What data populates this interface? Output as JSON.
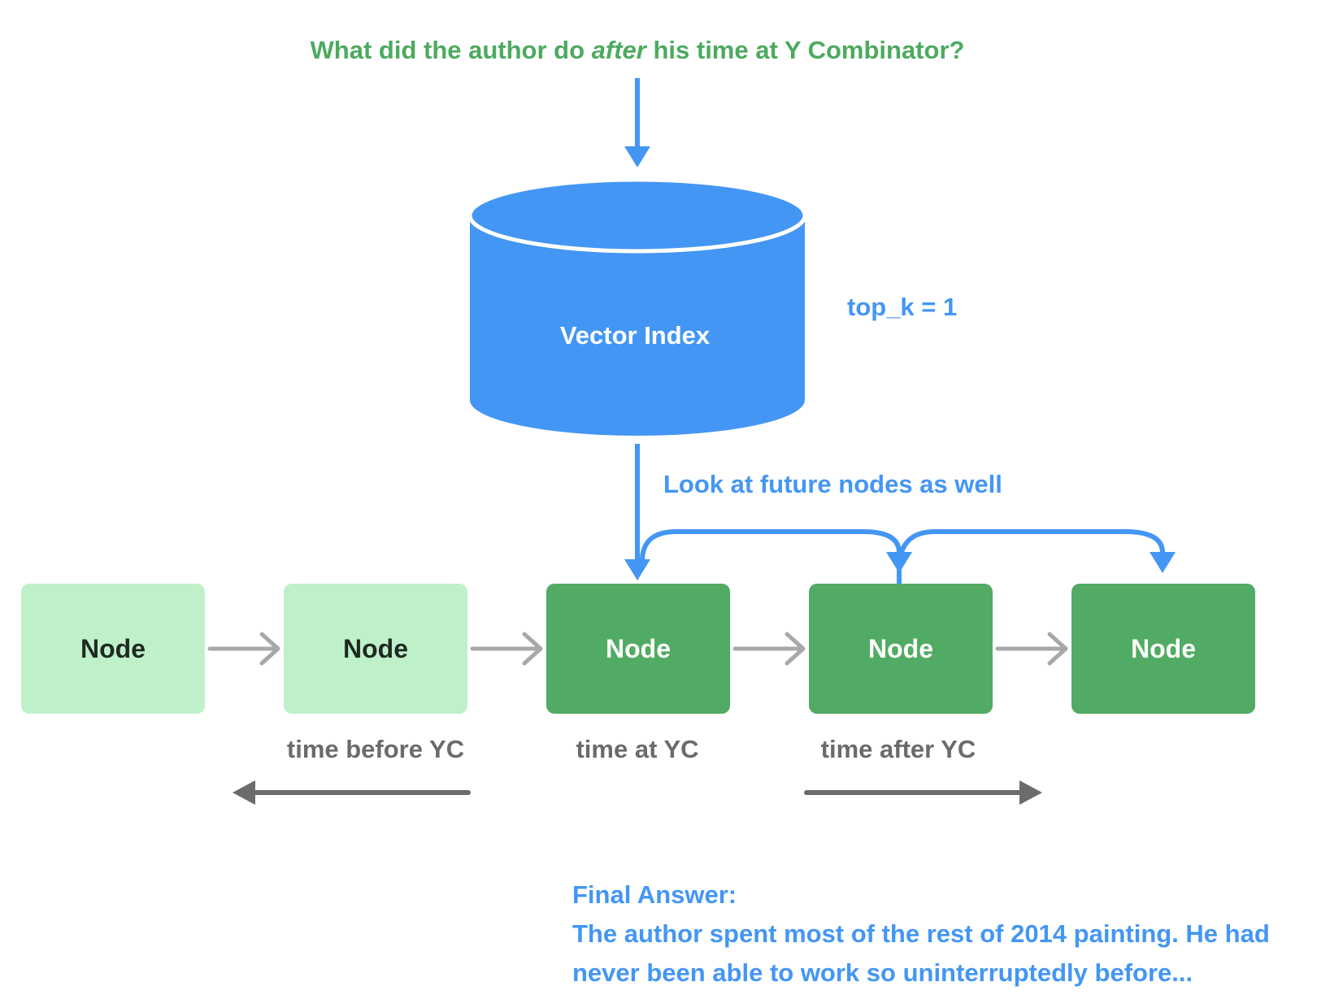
{
  "question": {
    "before": "What did the author do ",
    "emphasis": "after",
    "after": " his time at Y Combinator?"
  },
  "index_label": "Vector Index",
  "top_k_label": "top_k = 1",
  "lookahead_label": "Look at future nodes as well",
  "nodes": [
    {
      "label": "Node",
      "style": "light"
    },
    {
      "label": "Node",
      "style": "light"
    },
    {
      "label": "Node",
      "style": "dark"
    },
    {
      "label": "Node",
      "style": "dark"
    },
    {
      "label": "Node",
      "style": "dark"
    }
  ],
  "period_labels": {
    "before": "time before YC",
    "at": "time at YC",
    "after": "time after YC"
  },
  "final_answer": {
    "heading": "Final Answer:",
    "line1": "The author spent most of the rest of 2014 painting. He had",
    "line2": "never been able to work so uninterruptedly before..."
  },
  "colors": {
    "blue": "#4496f4",
    "green_text": "#4caa5f",
    "node_light": "#bef1ca",
    "node_dark": "#52ab64",
    "gray_arrow": "#a8a8a8",
    "dark_gray_arrow": "#6b6b6b"
  }
}
